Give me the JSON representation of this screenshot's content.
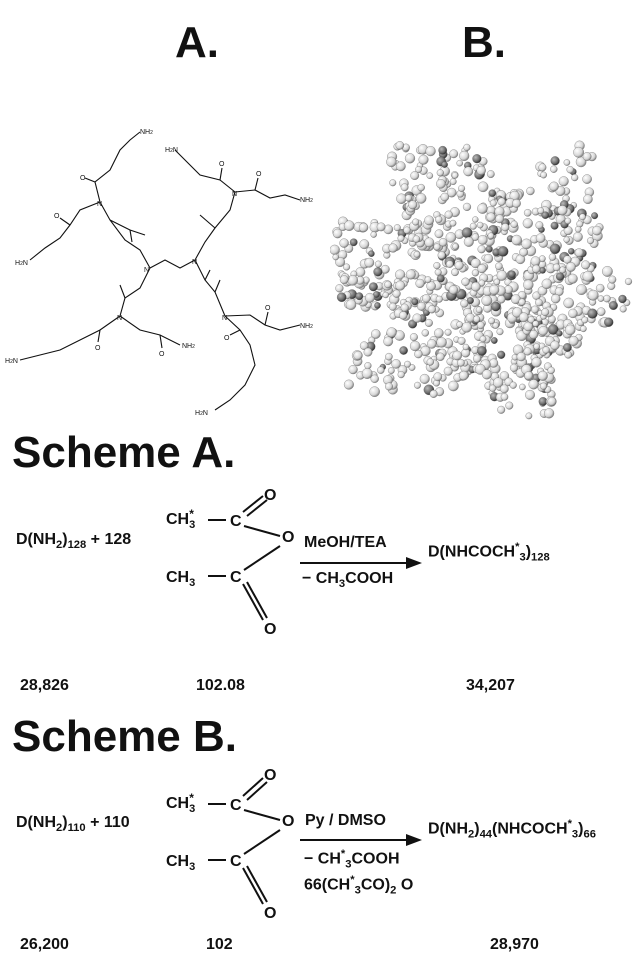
{
  "panels": {
    "a_label": "A.",
    "b_label": "B."
  },
  "structure_a": {
    "amine_label": "NH",
    "amine_sub": "2",
    "amine_label_left": "H",
    "amine_label_left_sub": "2",
    "amine_label_left_n": "N",
    "amide_h": "H",
    "amide_n": "N",
    "oxygen": "O",
    "nitrogen": "N"
  },
  "colors": {
    "ink": "#111111",
    "sphere_light": "#e6e6e6",
    "sphere_dark": "#7a7a7a"
  },
  "scheme_a": {
    "title": "Scheme A.",
    "reactant_main": "D(NH",
    "reactant_sub1": "2",
    "reactant_close": ")",
    "reactant_sub2": "128",
    "reactant_coef": " + 128",
    "anhydride": {
      "ch3_top": "CH",
      "ch3_top_sub": "3",
      "ch3_top_star": "*",
      "ch3_bottom": "CH",
      "ch3_bottom_sub": "3",
      "c": "C",
      "o": "O"
    },
    "arrow_top": "MeOH/TEA",
    "arrow_bottom": "− CH",
    "arrow_bottom_sub": "3",
    "arrow_bottom_rest": "COOH",
    "product_main": "D(NHCOCH",
    "product_star": "*",
    "product_sub1": "3",
    "product_close": ")",
    "product_sub2": "128",
    "mw_reactant": "28,826",
    "mw_anhydride": "102.08",
    "mw_product": "34,207"
  },
  "scheme_b": {
    "title": "Scheme B.",
    "reactant_main": "D(NH",
    "reactant_sub1": "2",
    "reactant_close": ")",
    "reactant_sub2": "110",
    "reactant_coef": " + 110",
    "anhydride": {
      "ch3_top": "CH",
      "ch3_top_sub": "3",
      "ch3_top_star": "*",
      "ch3_bottom": "CH",
      "ch3_bottom_sub": "3",
      "c": "C",
      "o": "O"
    },
    "arrow_top": "Py / DMSO",
    "arrow_bottom": "− CH",
    "arrow_bottom_star": "*",
    "arrow_bottom_sub": "3",
    "arrow_bottom_rest": "COOH",
    "arrow_bottom2": "66(CH",
    "arrow_bottom2_star": "*",
    "arrow_bottom2_sub": "3",
    "arrow_bottom2_rest": "CO)",
    "arrow_bottom2_sub2": "2",
    "arrow_bottom2_o": " O",
    "product_main": "D(NH",
    "product_sub1": "2",
    "product_close": ")",
    "product_sub2": "44",
    "product_part2": "(NHCOCH",
    "product_star": "*",
    "product_sub3": "3",
    "product_close2": ")",
    "product_sub4": "66",
    "mw_reactant": "26,200",
    "mw_anhydride": "102",
    "mw_product": "28,970"
  }
}
